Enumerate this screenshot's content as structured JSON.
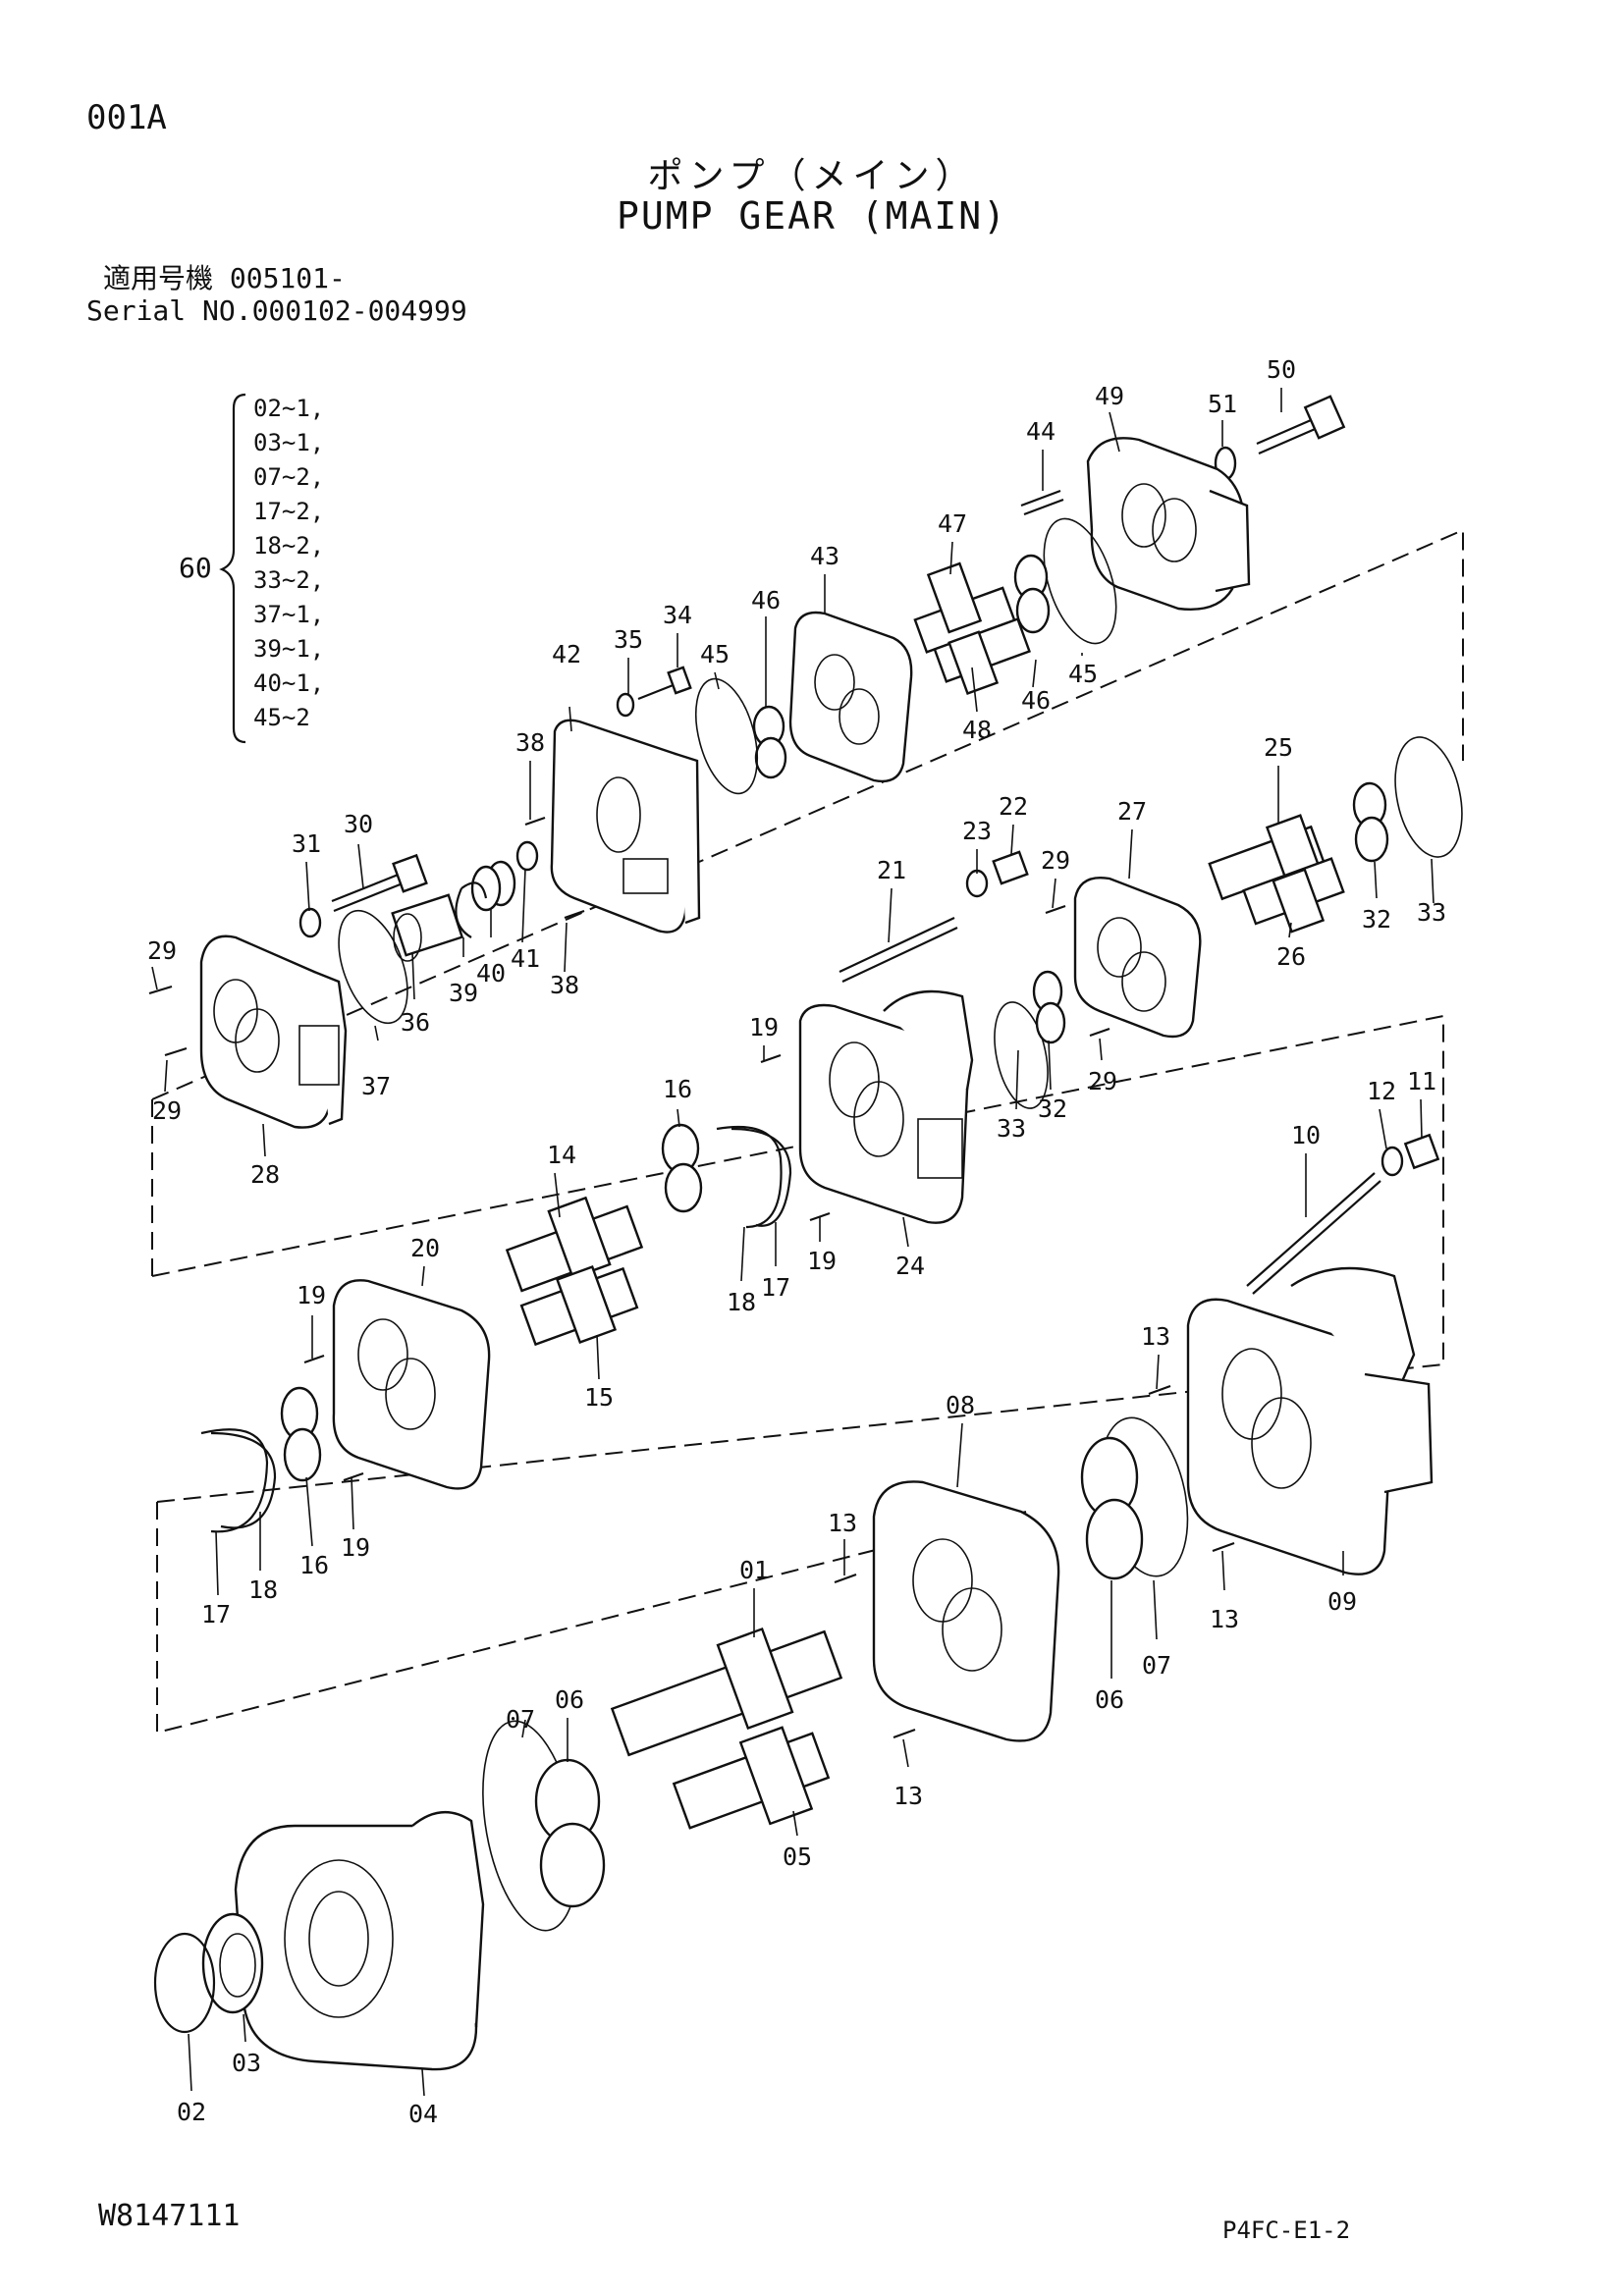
{
  "header": {
    "page_code": "001A",
    "title_jp": "ポンプ（メイン）",
    "title_en": "PUMP GEAR (MAIN)",
    "applicability": "適用号機 005101-",
    "serial": "Serial NO.000102-004999"
  },
  "kit": {
    "number": "60",
    "contents": [
      "02~1,",
      "03~1,",
      "07~2,",
      "17~2,",
      "18~2,",
      "33~2,",
      "37~1,",
      "39~1,",
      "40~1,",
      "45~2"
    ]
  },
  "part_labels": [
    "50",
    "49",
    "51",
    "44",
    "47",
    "43",
    "46",
    "34",
    "35",
    "45",
    "42",
    "38",
    "46",
    "48",
    "45",
    "25",
    "27",
    "22",
    "23",
    "29",
    "21",
    "31",
    "30",
    "29",
    "40",
    "41",
    "36",
    "39",
    "37",
    "38",
    "28",
    "29",
    "32",
    "33",
    "26",
    "19",
    "16",
    "14",
    "29",
    "24",
    "33",
    "32",
    "19",
    "17",
    "18",
    "20",
    "15",
    "19",
    "19",
    "16",
    "17",
    "18",
    "10",
    "12",
    "11",
    "13",
    "08",
    "13",
    "01",
    "13",
    "09",
    "07",
    "06",
    "06",
    "07",
    "05",
    "13",
    "02",
    "03",
    "04"
  ],
  "footer": {
    "drawing_number": "W8147111",
    "sheet_code": "P4FC-E1-2"
  }
}
